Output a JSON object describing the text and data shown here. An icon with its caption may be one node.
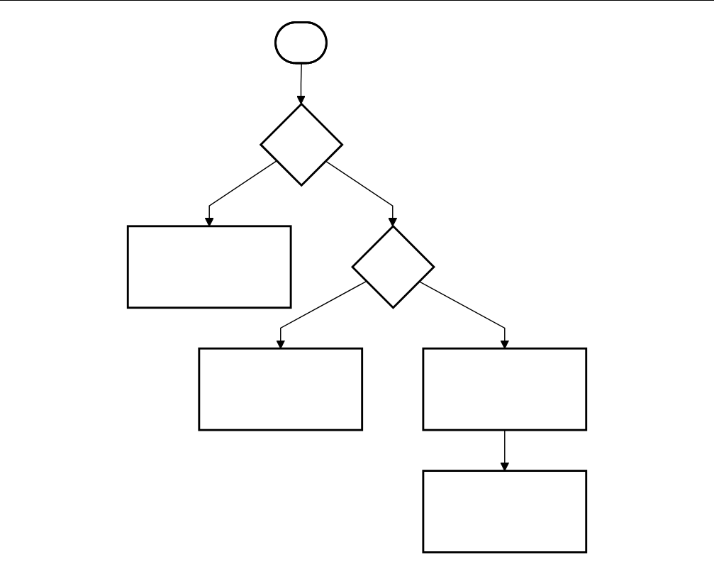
{
  "diagram": {
    "nodes": [
      {
        "text": [],
        "shape": "stadium"
      },
      {
        "text": [],
        "shape": "diamond"
      },
      {
        "text": [],
        "shape": "box"
      },
      {
        "text": [],
        "shape": "diamond"
      },
      {
        "text": [],
        "shape": "box"
      },
      {
        "text": [],
        "shape": "box"
      },
      {
        "text": [],
        "shape": "box"
      }
    ],
    "edges": [
      {
        "from": 0,
        "to": 1,
        "arrow": "to"
      },
      {
        "from": 1,
        "to": 2,
        "arrow": "to"
      },
      {
        "from": 1,
        "to": 3,
        "arrow": "to"
      },
      {
        "from": 3,
        "to": 4,
        "arrow": "to"
      },
      {
        "from": 3,
        "to": 5,
        "arrow": "to"
      },
      {
        "from": 5,
        "to": 6,
        "arrow": "to"
      }
    ]
  }
}
